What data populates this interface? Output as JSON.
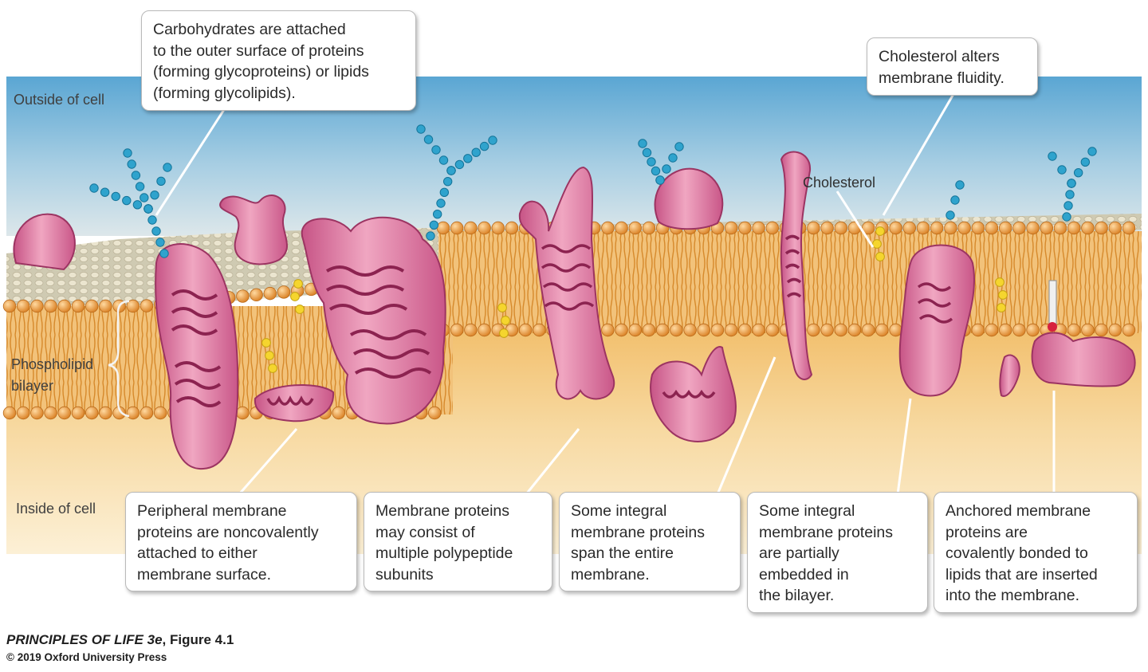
{
  "regions": {
    "outside": "Outside of cell",
    "inside": "Inside of cell",
    "bilayer": "Phospholipid\nbilayer",
    "cholesterol": "Cholesterol"
  },
  "callouts": {
    "carbohydrates": "Carbohydrates are attached\nto the outer surface of proteins\n(forming glycoproteins) or lipids\n(forming glycolipids).",
    "cholesterol": "Cholesterol alters\nmembrane fluidity.",
    "peripheral": "Peripheral membrane\nproteins are noncovalently\nattached to either\nmembrane surface.",
    "multiple": "Membrane proteins\nmay consist of\nmultiple polypeptide\nsubunits",
    "span": "Some integral\nmembrane proteins\nspan the entire\nmembrane.",
    "partial": "Some integral\nmembrane proteins\nare partially\nembedded in\nthe bilayer.",
    "anchored": "Anchored membrane\nproteins are\ncovalently bonded to\nlipids that are inserted\ninto the membrane."
  },
  "credit": {
    "book": "PRINCIPLES OF LIFE 3e",
    "figure": ", Figure 4.1",
    "copyright": "© 2019 Oxford University Press"
  },
  "colors": {
    "outside_top": "#5aa6d3",
    "inside": "#f3c77a",
    "lipid_head": "#e89a3a",
    "lipid_tail": "#d98d2c",
    "protein": "#d9759a",
    "protein_dark": "#8c2350",
    "carbohydrate": "#2f9fc8",
    "cholesterol": "#f4d42c"
  }
}
